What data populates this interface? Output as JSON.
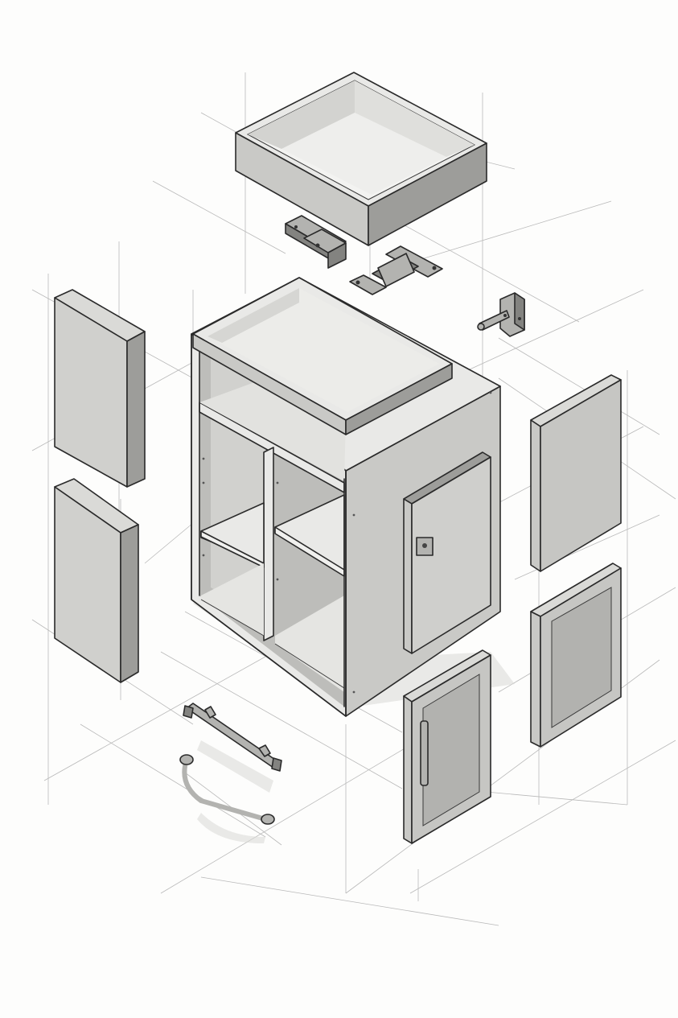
{
  "figure": {
    "style_colors": {
      "paper": "#fdfdfc",
      "ink": "#2a2a2a",
      "construction_line": "#b9b9b9"
    },
    "parts": [
      "drawer-box",
      "drawer-slide-left",
      "drawer-slide-right",
      "hinge",
      "cabinet-carcass",
      "top-tray",
      "side-panel-upper-left",
      "side-panel-lower-left",
      "side-panel-upper-right",
      "framed-door-right",
      "cabinet-side-door",
      "door-with-handle",
      "straight-bar-handle",
      "curved-handle"
    ]
  }
}
